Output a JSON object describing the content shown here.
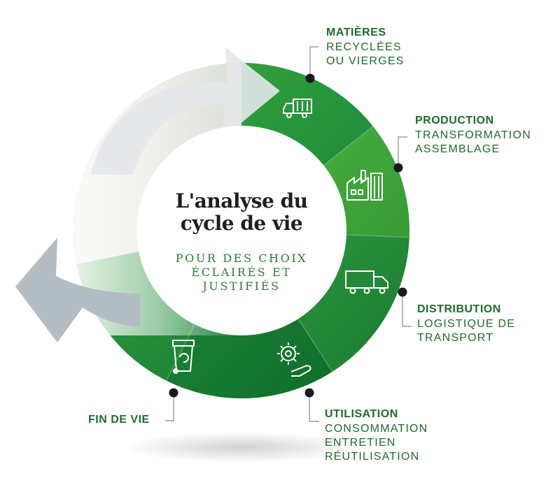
{
  "center": {
    "title_line1": "L'analyse du",
    "title_line2": "cycle de vie",
    "subtitle_line1": "POUR DES CHOIX",
    "subtitle_line2": "ÉCLAIRÉS ET",
    "subtitle_line3": "JUSTIFIÉS"
  },
  "stages": {
    "materials": {
      "title": "MATIÈRES",
      "lines": [
        "RECYCLÉES",
        "OU VIERGES"
      ],
      "icon": "garbage-truck-icon"
    },
    "production": {
      "title": "PRODUCTION",
      "lines": [
        "TRANSFORMATION",
        "ASSEMBLAGE"
      ],
      "icon": "factory-icon"
    },
    "distribution": {
      "title": "DISTRIBUTION",
      "lines": [
        "LOGISTIQUE DE",
        "TRANSPORT"
      ],
      "icon": "delivery-truck-icon"
    },
    "use": {
      "title": "UTILISATION",
      "lines": [
        "CONSOMMATION",
        "ENTRETIEN",
        "RÉUTILISATION"
      ],
      "icon": "gear-hand-icon"
    },
    "end_of_life": {
      "title": "FIN DE VIE",
      "lines": [],
      "icon": "recycling-bin-icon"
    }
  },
  "colors": {
    "brand_green": "#1f6b2a",
    "ring_green_light": "#8ccf3a",
    "ring_green_dark": "#0e6a2a",
    "arrow_grey": "#b4bcc4",
    "dot": "#1a1a1a"
  }
}
